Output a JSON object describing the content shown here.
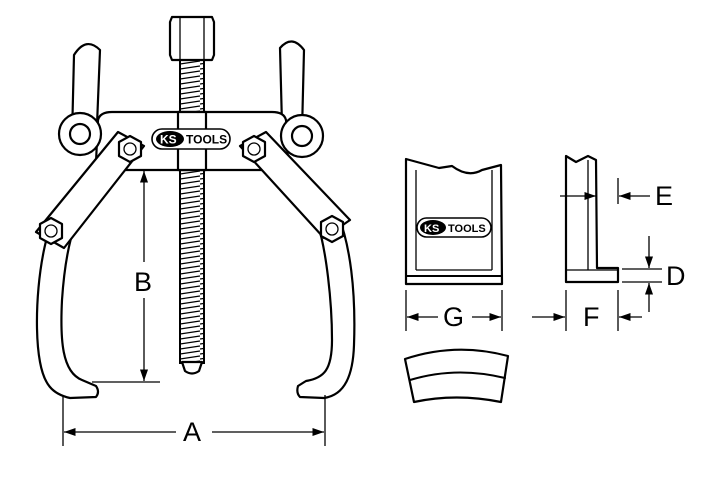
{
  "brand": {
    "logo_prefix": "KS",
    "logo_suffix": "TOOLS"
  },
  "dimensions": {
    "A": "A",
    "B": "B",
    "D": "D",
    "E": "E",
    "F": "F",
    "G": "G"
  },
  "colors": {
    "line": "#000000",
    "background": "#ffffff"
  }
}
